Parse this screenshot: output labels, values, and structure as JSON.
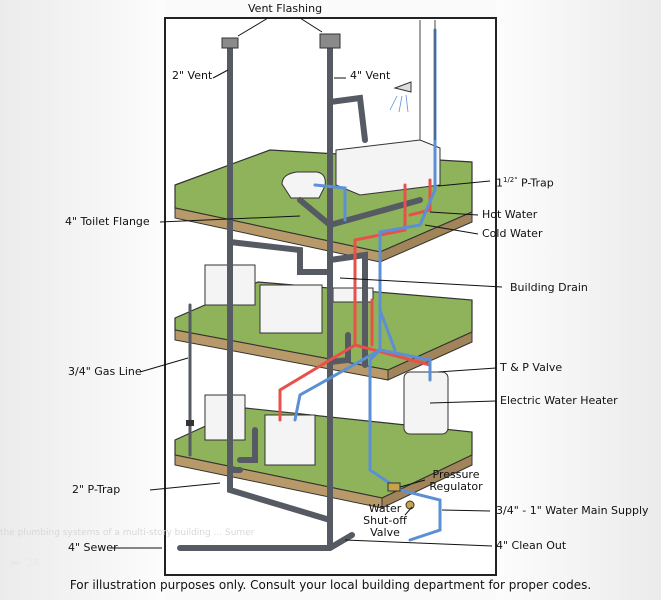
{
  "labels": {
    "vent_flashing": "Vent Flashing",
    "vent_2": "2\" Vent",
    "vent_4": "4\" Vent",
    "p_trap_1_5_whole": "1",
    "p_trap_1_5_frac": "1/2\"",
    "p_trap_1_5_text": " P-Trap",
    "toilet_flange": "4\" Toilet Flange",
    "hot_water": "Hot Water",
    "cold_water": "Cold Water",
    "building_drain": "Building Drain",
    "gas_line": "3/4\" Gas Line",
    "tp_valve": "T & P Valve",
    "water_heater": "Electric Water Heater",
    "pressure_regulator_1": "Pressure",
    "pressure_regulator_2": "Regulator",
    "p_trap_2": "2\" P-Trap",
    "water_main": "3/4\" - 1\" Water Main Supply",
    "shutoff_1": "Water",
    "shutoff_2": "Shut-off",
    "shutoff_3": "Valve",
    "sewer": "4\" Sewer",
    "clean_out": "4\" Clean Out"
  },
  "overlay_caption": "the plumbing systems of a multi-story building ... Sumer",
  "share_count": "26",
  "footer": "For illustration purposes only.  Consult your local building department for proper codes.",
  "colors": {
    "floor": "#8fb35a",
    "floor_edge": "#b89a6a",
    "drain_pipe": "#555a63",
    "hot_pipe": "#e8504a",
    "cold_pipe": "#5b8fd6",
    "frame_bg": "#ececec"
  }
}
